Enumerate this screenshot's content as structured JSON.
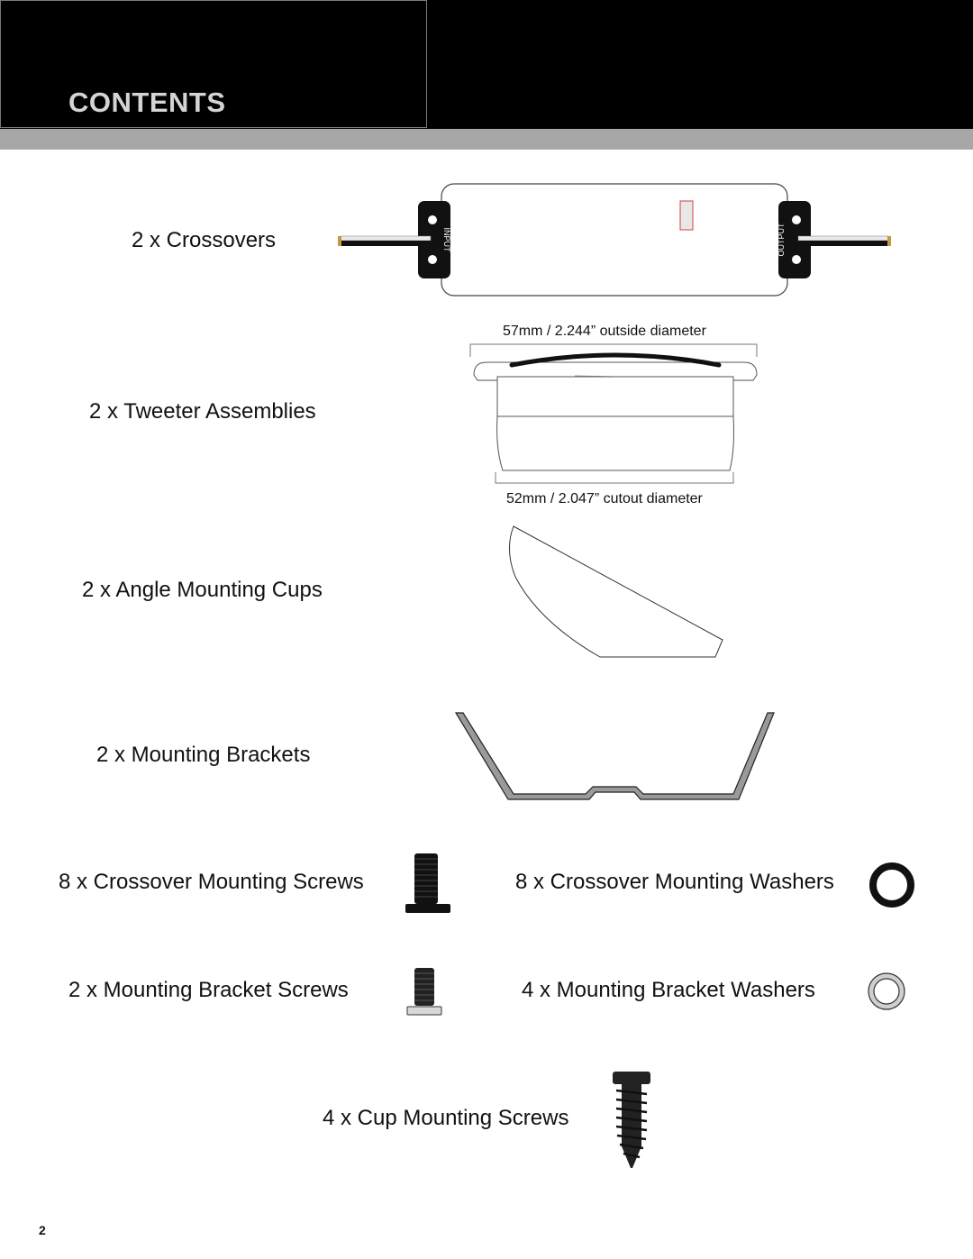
{
  "header": {
    "title": "CONTENTS"
  },
  "items": {
    "crossovers": "2 x Crossovers",
    "tweeters": "2 x Tweeter Assemblies",
    "angle_cups": "2 x Angle Mounting Cups",
    "brackets": "2 x Mounting Brackets",
    "crossover_screws": "8 x Crossover Mounting Screws",
    "crossover_washers": "8 x Crossover Mounting Washers",
    "bracket_screws": "2 x Mounting Bracket Screws",
    "bracket_washers": "4 x Mounting Bracket Washers",
    "cup_screws": "4 x Cup Mounting Screws"
  },
  "crossover": {
    "input_label": "INPUT",
    "output_label": "OUTPUT"
  },
  "tweeter": {
    "outside_diameter": "57mm / 2.244” outside diameter",
    "cutout_diameter": "52mm / 2.047” cutout diameter"
  },
  "footer": {
    "page_number": "2"
  }
}
